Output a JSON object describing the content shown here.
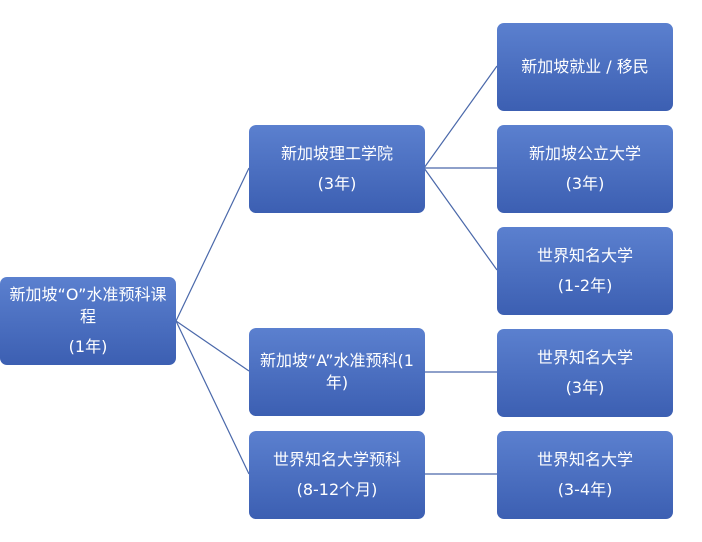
{
  "root": {
    "line1": "新加坡“O”水准预科课程",
    "line2": "(1年)"
  },
  "middle": [
    {
      "line1": "新加坡理工学院",
      "line2": "(3年)"
    },
    {
      "line1": "新加坡“A”水准预科(1年)",
      "line2": ""
    },
    {
      "line1": "世界知名大学预科",
      "line2": "(8-12个月)"
    }
  ],
  "right": [
    {
      "line1": "新加坡就业 / 移民",
      "line2": ""
    },
    {
      "line1": "新加坡公立大学",
      "line2": "(3年)"
    },
    {
      "line1": "世界知名大学",
      "line2": "(1-2年)"
    },
    {
      "line1": "世界知名大学",
      "line2": "(3年)"
    },
    {
      "line1": "世界知名大学",
      "line2": "(3-4年)"
    }
  ],
  "colors": {
    "box_top": "#5b80cf",
    "box_bottom": "#3c5fb2",
    "connector": "#4a68aa"
  }
}
